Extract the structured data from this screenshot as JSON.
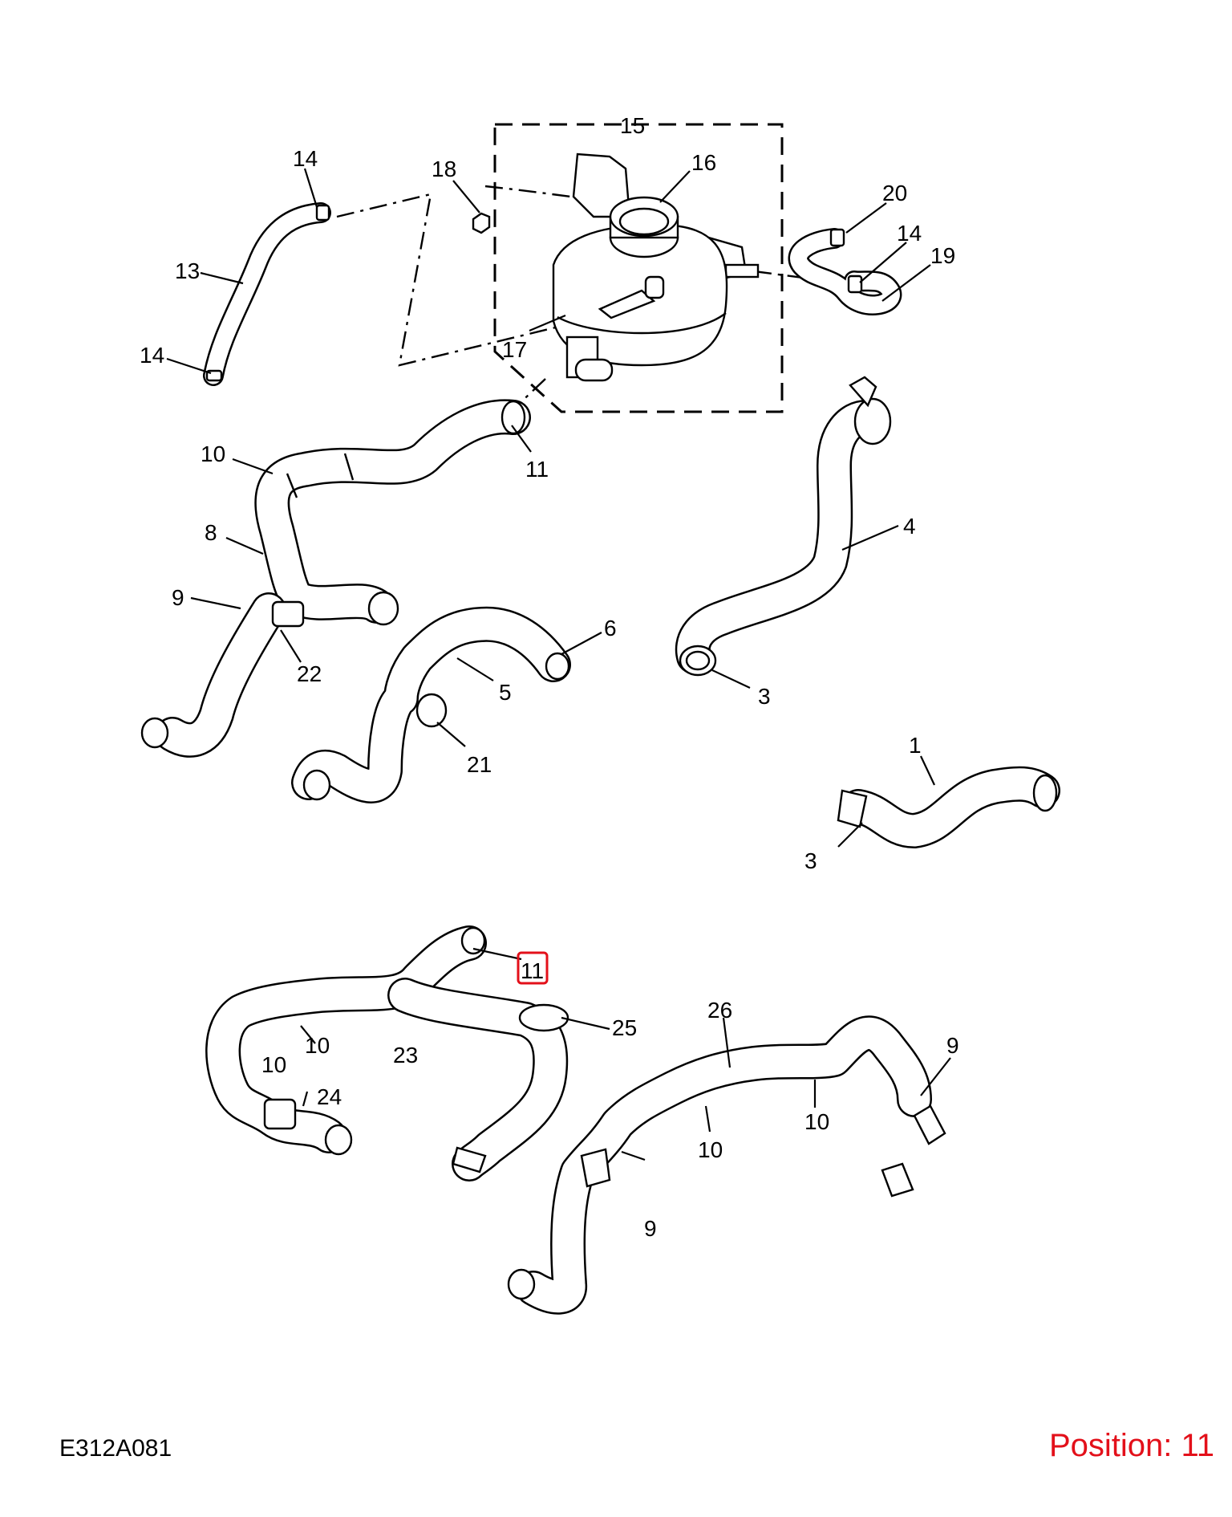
{
  "diagram_code": "E312A081",
  "position_label": "Position: 11",
  "highlight_color": "#e3101a",
  "callouts": {
    "c14_top": "14",
    "c14_left": "14",
    "c14_right": "14",
    "c13": "13",
    "c18": "18",
    "c15": "15",
    "c16": "16",
    "c20": "20",
    "c19": "19",
    "c17": "17",
    "c10_a": "10",
    "c11_a": "11",
    "c8": "8",
    "c4": "4",
    "c9_a": "9",
    "c22": "22",
    "c6": "6",
    "c5": "5",
    "c3_a": "3",
    "c21": "21",
    "c1": "1",
    "c3_b": "3",
    "c11_b": "11",
    "c25": "25",
    "c26": "26",
    "c9_b": "9",
    "c10_b": "10",
    "c10_c": "10",
    "c23": "23",
    "c24": "24",
    "c10_d": "10",
    "c10_e": "10",
    "c9_c": "9"
  }
}
